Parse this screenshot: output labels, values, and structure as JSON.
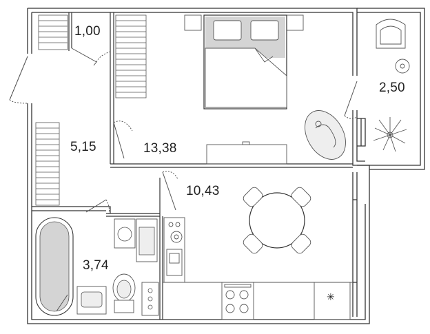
{
  "rooms": [
    {
      "id": "storage",
      "area": "1,00"
    },
    {
      "id": "hallway",
      "area": "5,15"
    },
    {
      "id": "bedroom",
      "area": "13,38"
    },
    {
      "id": "balcony",
      "area": "2,50"
    },
    {
      "id": "kitchen-living",
      "area": "10,43"
    },
    {
      "id": "bathroom",
      "area": "3,74"
    }
  ],
  "icons": {
    "freezer": "✳"
  },
  "colors": {
    "wall": "#333333",
    "line": "#555555",
    "fill_grey": "#d4d4d4",
    "fill_light": "#eeeeee",
    "background": "#ffffff"
  }
}
